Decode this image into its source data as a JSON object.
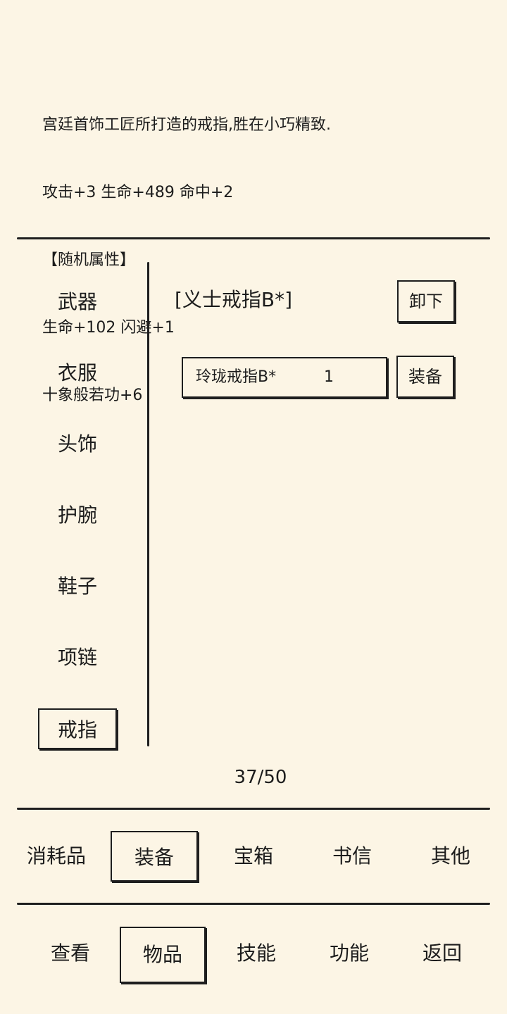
{
  "description": {
    "lines": [
      "宫廷首饰工匠所打造的戒指,胜在小巧精致.",
      "攻击+3 生命+489 命中+2",
      "【随机属性】",
      "生命+102 闪避+1",
      "十象般若功+6"
    ]
  },
  "categories": {
    "items": [
      "武器",
      "衣服",
      "头饰",
      "护腕",
      "鞋子",
      "项链",
      "戒指"
    ],
    "selected": "戒指"
  },
  "equipped": {
    "name": "[义士戒指B*]",
    "unequip_label": "卸下"
  },
  "inventory": {
    "items": [
      {
        "name": "玲珑戒指B*",
        "qty": "1",
        "action": "装备"
      }
    ]
  },
  "capacity": "37/50",
  "item_tabs": {
    "items": [
      "消耗品",
      "装备",
      "宝箱",
      "书信",
      "其他"
    ],
    "selected": "装备"
  },
  "main_nav": {
    "items": [
      "查看",
      "物品",
      "技能",
      "功能",
      "返回"
    ],
    "selected": "物品"
  }
}
